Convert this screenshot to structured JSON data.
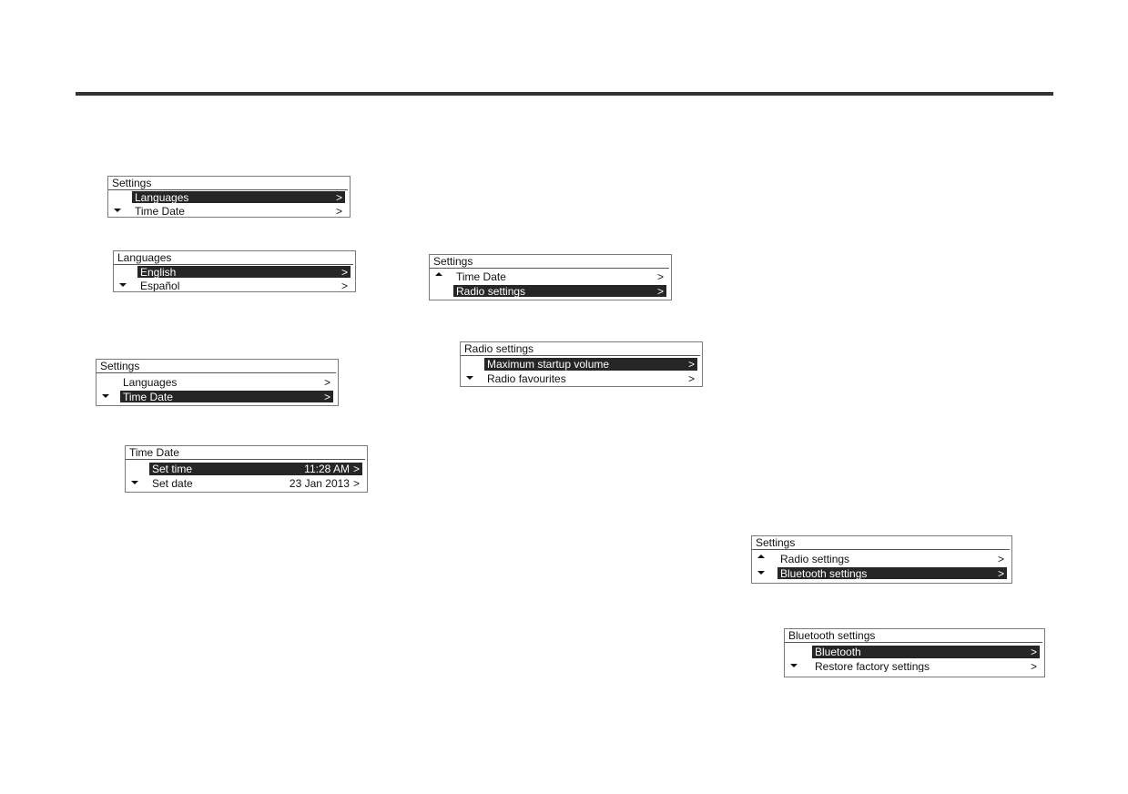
{
  "screens": [
    {
      "title": "Settings",
      "rows": [
        {
          "label": "Languages",
          "value": "",
          "chevron": ">",
          "selected": true,
          "arrow": ""
        },
        {
          "label": "Time Date",
          "value": "",
          "chevron": ">",
          "selected": false,
          "arrow": "down"
        }
      ]
    },
    {
      "title": "Languages",
      "rows": [
        {
          "label": "English",
          "value": "",
          "chevron": ">",
          "selected": true,
          "arrow": ""
        },
        {
          "label": "Español",
          "value": "",
          "chevron": ">",
          "selected": false,
          "arrow": "down"
        }
      ]
    },
    {
      "title": "Settings",
      "rows": [
        {
          "label": "Languages",
          "value": "",
          "chevron": ">",
          "selected": false,
          "arrow": ""
        },
        {
          "label": "Time Date",
          "value": "",
          "chevron": ">",
          "selected": true,
          "arrow": "down"
        }
      ]
    },
    {
      "title": "Time Date",
      "rows": [
        {
          "label": "Set time",
          "value": "11:28 AM",
          "chevron": ">",
          "selected": true,
          "arrow": ""
        },
        {
          "label": "Set date",
          "value": "23 Jan 2013",
          "chevron": ">",
          "selected": false,
          "arrow": "down"
        }
      ]
    },
    {
      "title": "Settings",
      "rows": [
        {
          "label": "Time Date",
          "value": "",
          "chevron": ">",
          "selected": false,
          "arrow": "up"
        },
        {
          "label": "Radio settings",
          "value": "",
          "chevron": ">",
          "selected": true,
          "arrow": ""
        }
      ]
    },
    {
      "title": "Radio settings",
      "rows": [
        {
          "label": "Maximum startup volume",
          "value": "",
          "chevron": ">",
          "selected": true,
          "arrow": ""
        },
        {
          "label": "Radio favourites",
          "value": "",
          "chevron": ">",
          "selected": false,
          "arrow": "down"
        }
      ]
    },
    {
      "title": "Settings",
      "rows": [
        {
          "label": "Radio settings",
          "value": "",
          "chevron": ">",
          "selected": false,
          "arrow": "up"
        },
        {
          "label": "Bluetooth settings",
          "value": "",
          "chevron": ">",
          "selected": true,
          "arrow": "down"
        }
      ]
    },
    {
      "title": "Bluetooth settings",
      "rows": [
        {
          "label": "Bluetooth",
          "value": "",
          "chevron": ">",
          "selected": true,
          "arrow": ""
        },
        {
          "label": "Restore factory settings",
          "value": "",
          "chevron": ">",
          "selected": false,
          "arrow": "down"
        }
      ]
    }
  ]
}
